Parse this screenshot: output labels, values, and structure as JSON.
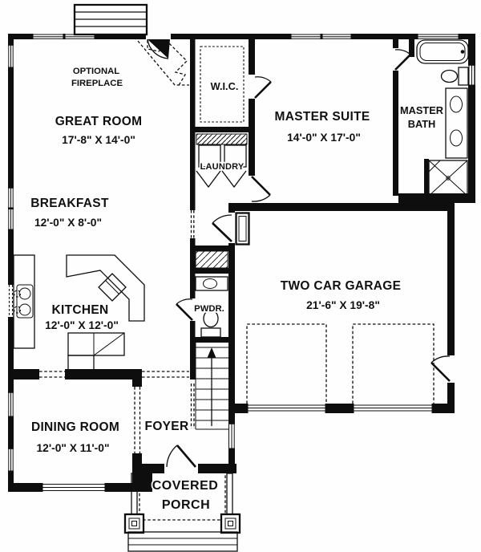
{
  "plan": {
    "colors": {
      "ink": "#0e0e0e",
      "paper": "#fefefe"
    },
    "rooms": {
      "great_room": {
        "label": "GREAT ROOM",
        "dims": "17'-8\" X 14'-0\""
      },
      "breakfast": {
        "label": "BREAKFAST",
        "dims": "12'-0\" X 8'-0\""
      },
      "kitchen": {
        "label": "KITCHEN",
        "dims": "12'-0\" X 12'-0\""
      },
      "dining_room": {
        "label": "DINING ROOM",
        "dims": "12'-0\" X 11'-0\""
      },
      "foyer": {
        "label": "FOYER"
      },
      "covered_porch": {
        "label_line1": "COVERED",
        "label_line2": "PORCH"
      },
      "two_car_garage": {
        "label": "TWO CAR GARAGE",
        "dims": "21'-6\" X 19'-8\""
      },
      "master_suite": {
        "label": "MASTER SUITE",
        "dims": "14'-0\" X 17'-0\""
      },
      "master_bath": {
        "label_line1": "MASTER",
        "label_line2": "BATH"
      },
      "wic": {
        "label": "W.I.C."
      },
      "laundry": {
        "label": "LAUNDRY"
      },
      "powder": {
        "label": "PWDR."
      },
      "optional_fireplace": {
        "label_line1": "OPTIONAL",
        "label_line2": "FIREPLACE"
      }
    }
  }
}
